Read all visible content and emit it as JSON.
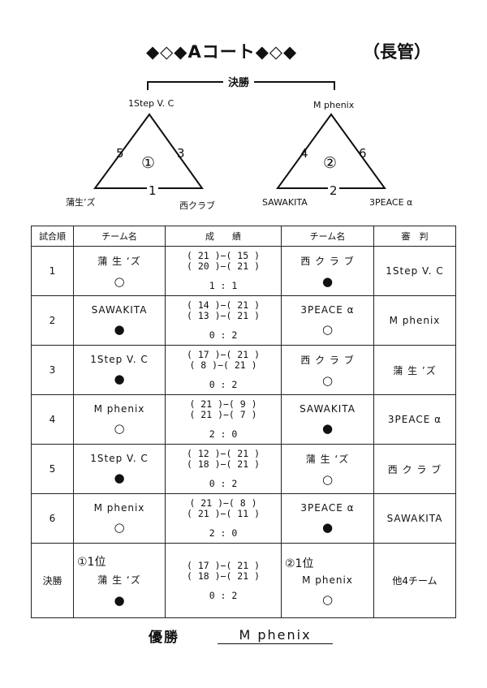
{
  "header": {
    "title": "◆◇◆Aコート◆◇◆",
    "subtitle": "（長管）"
  },
  "bracket": {
    "final_label": "決勝",
    "group1": {
      "number": "①",
      "top": "1Step V. C",
      "left": "蒲生’ズ",
      "right": "西クラブ",
      "edge_left": "5",
      "edge_right": "3",
      "edge_bottom": "1"
    },
    "group2": {
      "number": "②",
      "top": "M phenix",
      "left": "SAWAKITA",
      "right": "3PEACE α",
      "edge_left": "4",
      "edge_right": "6",
      "edge_bottom": "2"
    }
  },
  "table": {
    "headers": [
      "試合順",
      "チーム名",
      "成　　績",
      "チーム名",
      "審　判"
    ],
    "rows": [
      {
        "order": "1",
        "team1": "蒲 生 ‘ズ",
        "mark1": "○",
        "score1": "( 21 )−( 15 )",
        "score2": "( 20 )−( 21 )",
        "total": "1 : 1",
        "team2": "西 ク ラ ブ",
        "mark2": "●",
        "referee": "1Step V. C"
      },
      {
        "order": "2",
        "team1": "SAWAKITA",
        "mark1": "●",
        "score1": "( 14 )−( 21 )",
        "score2": "( 13 )−( 21 )",
        "total": "0 : 2",
        "team2": "3PEACE α",
        "mark2": "○",
        "referee": "M phenix"
      },
      {
        "order": "3",
        "team1": "1Step V. C",
        "mark1": "●",
        "score1": "( 17 )−( 21 )",
        "score2": "( 8 )−( 21 )",
        "total": "0 : 2",
        "team2": "西 ク ラ ブ",
        "mark2": "○",
        "referee": "蒲 生 ’ズ"
      },
      {
        "order": "4",
        "team1": "M phenix",
        "mark1": "○",
        "score1": "( 21 )−( 9 )",
        "score2": "( 21 )−( 7 )",
        "total": "2 : 0",
        "team2": "SAWAKITA",
        "mark2": "●",
        "referee": "3PEACE α"
      },
      {
        "order": "5",
        "team1": "1Step V. C",
        "mark1": "●",
        "score1": "( 12 )−( 21 )",
        "score2": "( 18 )−( 21 )",
        "total": "0 : 2",
        "team2": "蒲 生 ‘ズ",
        "mark2": "○",
        "referee": "西 ク ラ ブ"
      },
      {
        "order": "6",
        "team1": "M phenix",
        "mark1": "○",
        "score1": "( 21 )−( 8 )",
        "score2": "( 21 )−( 11 )",
        "total": "2 : 0",
        "team2": "3PEACE α",
        "mark2": "●",
        "referee": "SAWAKITA"
      }
    ],
    "final": {
      "order": "決勝",
      "seed1": "①1位",
      "team1": "蒲 生 ‘ズ",
      "mark1": "●",
      "score1": "( 17 )−( 21 )",
      "score2": "( 18 )−( 21 )",
      "total": "0 : 2",
      "seed2": "②1位",
      "team2": "M phenix",
      "mark2": "○",
      "referee": "他4チーム"
    }
  },
  "winner": {
    "label": "優勝",
    "name": "M phenix"
  }
}
